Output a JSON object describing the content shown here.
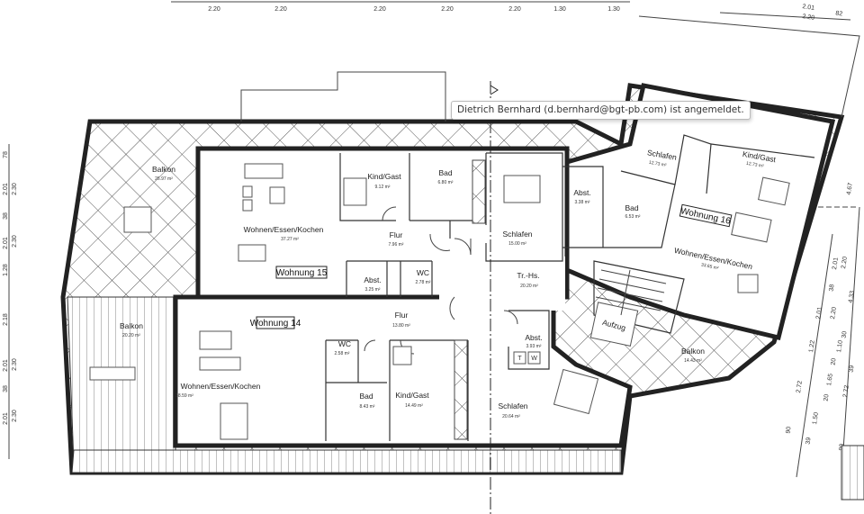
{
  "tooltip": {
    "text": "Dietrich Bernhard (d.bernhard@bgt-pb.com) ist angemeldet."
  },
  "units": [
    "Wohnung 14",
    "Wohnung 15",
    "Wohnung 16"
  ],
  "rooms": [
    {
      "name": "Balkon",
      "area": "26.97 m²"
    },
    {
      "name": "Wohnen/Essen/Kochen",
      "area": "37.27 m²"
    },
    {
      "name": "Kind/Gast",
      "area": "9.12 m²"
    },
    {
      "name": "Bad",
      "area": "6.80 m²"
    },
    {
      "name": "Flur",
      "area": "7.96 m²"
    },
    {
      "name": "Schlafen",
      "area": "15.00 m²"
    },
    {
      "name": "Abst.",
      "area": "3.25 m²"
    },
    {
      "name": "WC",
      "area": "2.78 m²"
    },
    {
      "name": "Tr.-Hs.",
      "area": "20.20 m²"
    },
    {
      "name": "Abst.",
      "area": "3.38 m²"
    },
    {
      "name": "Bad",
      "area": "6.53 m²"
    },
    {
      "name": "Schlafen",
      "area": "12.73 m²"
    },
    {
      "name": "Kind/Gast",
      "area": "12.73 m²"
    },
    {
      "name": "Wohnen/Essen/Kochen",
      "area": "33.65 m²"
    },
    {
      "name": "Aufzug",
      "area": ""
    },
    {
      "name": "Balkon",
      "area": "14.43 m²"
    },
    {
      "name": "Abst.",
      "area": "3.93 m²"
    },
    {
      "name": "Balkon",
      "area": "20.20 m²"
    },
    {
      "name": "Flur",
      "area": "13.80 m²"
    },
    {
      "name": "WC",
      "area": "2.58 m²"
    },
    {
      "name": "Wohnen/Essen/Kochen",
      "area": "38.59 m²"
    },
    {
      "name": "Bad",
      "area": "8.43 m²"
    },
    {
      "name": "Kind/Gast",
      "area": "14.49 m²"
    },
    {
      "name": "Schlafen",
      "area": "20.64 m²"
    }
  ],
  "fixture_labels": {
    "t": "T",
    "w": "W"
  },
  "dimensions": {
    "top": [
      "2.20",
      "2.20",
      "2.20",
      "2.20",
      "2.20",
      "1.30",
      "1.30"
    ],
    "top_right": [
      "2.01",
      "2.20",
      "82"
    ],
    "left_outer": [
      "78",
      "2.01",
      "38",
      "2.01",
      "1.28",
      "2.18",
      "2.01",
      "38",
      "2.01"
    ],
    "left_inner": [
      "2.30",
      "2.30",
      "2.30",
      "2.30"
    ],
    "right": [
      "4.67",
      "2.01",
      "2.20",
      "38",
      "4.33",
      "2.01",
      "2.20",
      "30",
      "1.22",
      "1.10",
      "20",
      "2.72",
      "1.65",
      "20",
      "2.72",
      "1.50",
      "90",
      "39",
      "90",
      "39"
    ]
  }
}
